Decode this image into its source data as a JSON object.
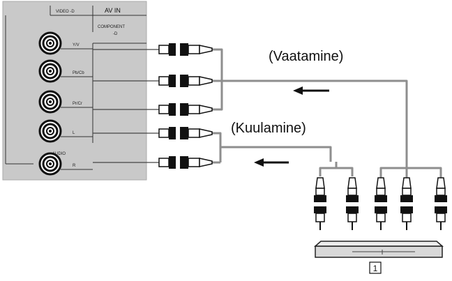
{
  "panel": {
    "header_video": "VIDEO -D",
    "header_av_in": "AV IN",
    "header_component": "COMPONENT",
    "header_component_sub": "-D",
    "jack_labels": [
      "Y/V",
      "Pb/Cb",
      "Pr/Cr",
      "L",
      "R"
    ],
    "audio_label": "AUDIO"
  },
  "labels": {
    "viewing": "(Vaatamine)",
    "listening": "(Kuulamine)",
    "device_number": "1"
  },
  "colors": {
    "panel_bg": "#c9c9c9",
    "cable": "#8e8e8e",
    "plug_body": "#111111",
    "arrow": "#111111"
  }
}
